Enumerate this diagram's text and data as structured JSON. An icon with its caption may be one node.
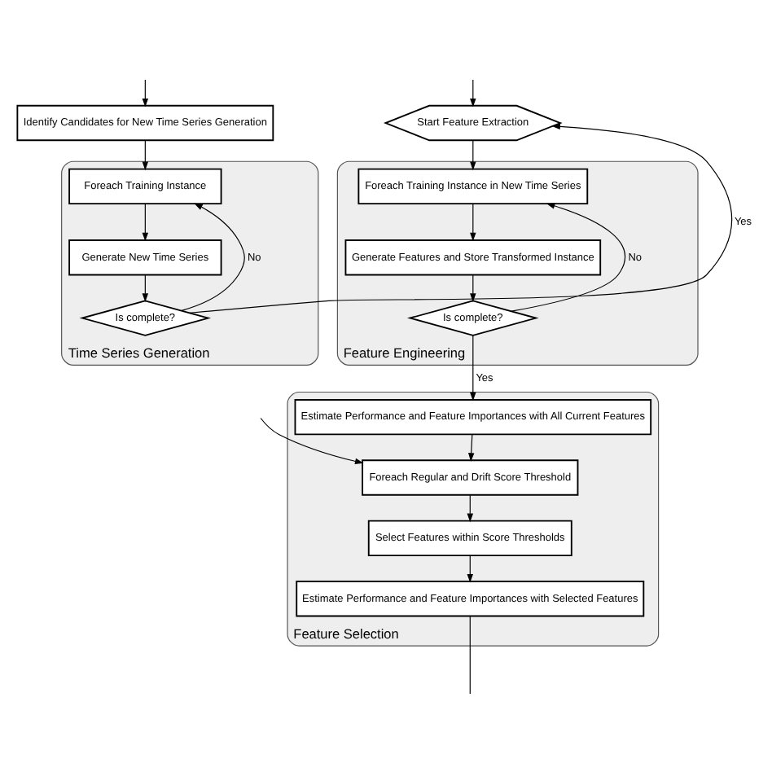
{
  "diagram": {
    "nodes": [
      {
        "text": [
          "Start Feature Extraction"
        ]
      },
      {
        "text": [
          "Feature Engineering"
        ]
      },
      {
        "text": [
          "Foreach Training Instance in New Time Series"
        ],
        "in": 1
      },
      {
        "text": [
          "Generate Features and Store Transformed Instance"
        ],
        "in": 1
      },
      {
        "text": [
          "Is complete?"
        ],
        "in": 1
      },
      {
        "text": [
          "Feature Selection"
        ]
      },
      {
        "text": [
          "Estimate Performance and Feature Importances with All Current Features"
        ],
        "in": 5
      },
      {
        "text": [
          "Foreach Regular and Drift Score Threshold"
        ],
        "in": 5
      },
      {
        "text": [
          "Select Features within Score Thresholds"
        ],
        "in": 5
      },
      {
        "text": [
          "Estimate Performance and Feature Importances with Selected Features"
        ],
        "in": 5
      },
      {
        "text": [
          "Identify Candidates for New Time Series Generation"
        ]
      },
      {
        "text": [
          "Time Series Generation"
        ]
      },
      {
        "text": [
          "Foreach Training Instance"
        ],
        "in": 11
      },
      {
        "text": [
          "Generate New Time Series"
        ],
        "in": 11
      },
      {
        "text": [
          "Is complete?"
        ],
        "in": 11
      }
    ],
    "edges": [
      {
        "from": null,
        "to": 0,
        "arrow": "to"
      },
      {
        "from": 0,
        "to": 2,
        "arrow": "to"
      },
      {
        "from": 2,
        "to": 3,
        "arrow": "to"
      },
      {
        "from": 3,
        "to": 4,
        "arrow": "to"
      },
      {
        "from": 4,
        "to": 2,
        "arrow": "to",
        "label": "No"
      },
      {
        "from": 4,
        "to": 6,
        "arrow": "to",
        "label": "Yes"
      },
      {
        "from": 6,
        "to": 7,
        "arrow": "to"
      },
      {
        "from": 7,
        "to": 8,
        "arrow": "to"
      },
      {
        "from": 8,
        "to": 9,
        "arrow": "to"
      },
      {
        "from": null,
        "to": 7,
        "arrow": "to"
      },
      {
        "from": 9,
        "to": null,
        "arrow": "none"
      },
      {
        "from": null,
        "to": 10,
        "arrow": "to"
      },
      {
        "from": 10,
        "to": 12,
        "arrow": "to"
      },
      {
        "from": 12,
        "to": 13,
        "arrow": "to"
      },
      {
        "from": 13,
        "to": 14,
        "arrow": "to"
      },
      {
        "from": 14,
        "to": 12,
        "arrow": "to",
        "label": "No"
      },
      {
        "from": 14,
        "to": 0,
        "arrow": "to",
        "label": "Yes"
      }
    ]
  }
}
